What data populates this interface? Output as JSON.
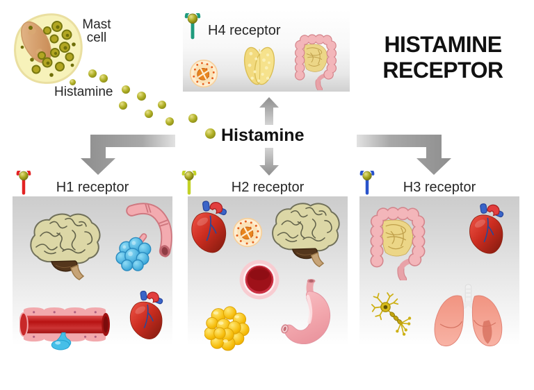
{
  "title": {
    "text": "HISTAMINE RECEPTOR"
  },
  "mast_cell": {
    "label": "Mast cell",
    "released_label": "Histamine"
  },
  "center": {
    "label": "Histamine"
  },
  "colors": {
    "histamine_dot": "#9a9a15",
    "arrow_gray": "#9a9a9a",
    "title_text": "#111111",
    "panel_top_gray": "#cccccc"
  },
  "panels": {
    "h4": {
      "label": "H4 receptor",
      "receptor_color": "#1f9b7d",
      "organs": [
        "white-blood-cell",
        "thymus",
        "intestine"
      ]
    },
    "h1": {
      "label": "H1 receptor",
      "receptor_color": "#e32222",
      "organs": [
        "brain",
        "airway-smooth-muscle",
        "blood-vessel-permeability",
        "heart"
      ]
    },
    "h2": {
      "label": "H2 receptor",
      "receptor_color": "#c3d226",
      "organs": [
        "heart",
        "white-blood-cell",
        "brain",
        "blood-vessel-cross-section",
        "fat-cells",
        "stomach"
      ]
    },
    "h3": {
      "label": "H3 receptor",
      "receptor_color": "#2953cb",
      "organs": [
        "intestine",
        "heart",
        "neuron",
        "lungs"
      ]
    }
  }
}
